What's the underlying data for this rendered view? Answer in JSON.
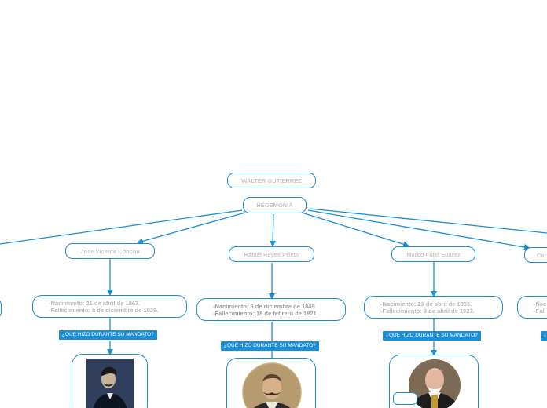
{
  "root": {
    "title": "WALTER GUTIERREZ"
  },
  "hub": {
    "title": "HEGEMONIA"
  },
  "branches": [
    {
      "name": "Jose Vicente Concha",
      "birth": "-Nacimiento: 21 de abril de 1867.",
      "death": "-Fallecimiento: 8 de diciembre de 1929.",
      "question": "¿QUE HIZO DURANTE SU MANDATO?"
    },
    {
      "name": "Rafael Reyes Prieto",
      "birth": "-Nacimiento: 5 de diciembre de 1849",
      "death": "-Fallecimiento: 18 de febrero de 1921",
      "question": "¿QUE HIZO DURANTE SU MANDATO?"
    },
    {
      "name": "Marco Fidel Suarez",
      "birth": "-Nacimiento: 23 de abril de 1855.",
      "death": "-Fallecimiento: 3 de abril de 1927.",
      "question": "¿QUE HIZO DURANTE SU MANDATO?"
    },
    {
      "name": "Car",
      "birth": "-Nac",
      "death": "-Fall",
      "question": "¿"
    }
  ],
  "colors": {
    "line": "#1b8ed8",
    "label_bg": "#1b8ed8",
    "node_text": "#c8c8c8"
  },
  "icons": [
    "portrait-concha",
    "portrait-reyes",
    "portrait-suarez"
  ]
}
